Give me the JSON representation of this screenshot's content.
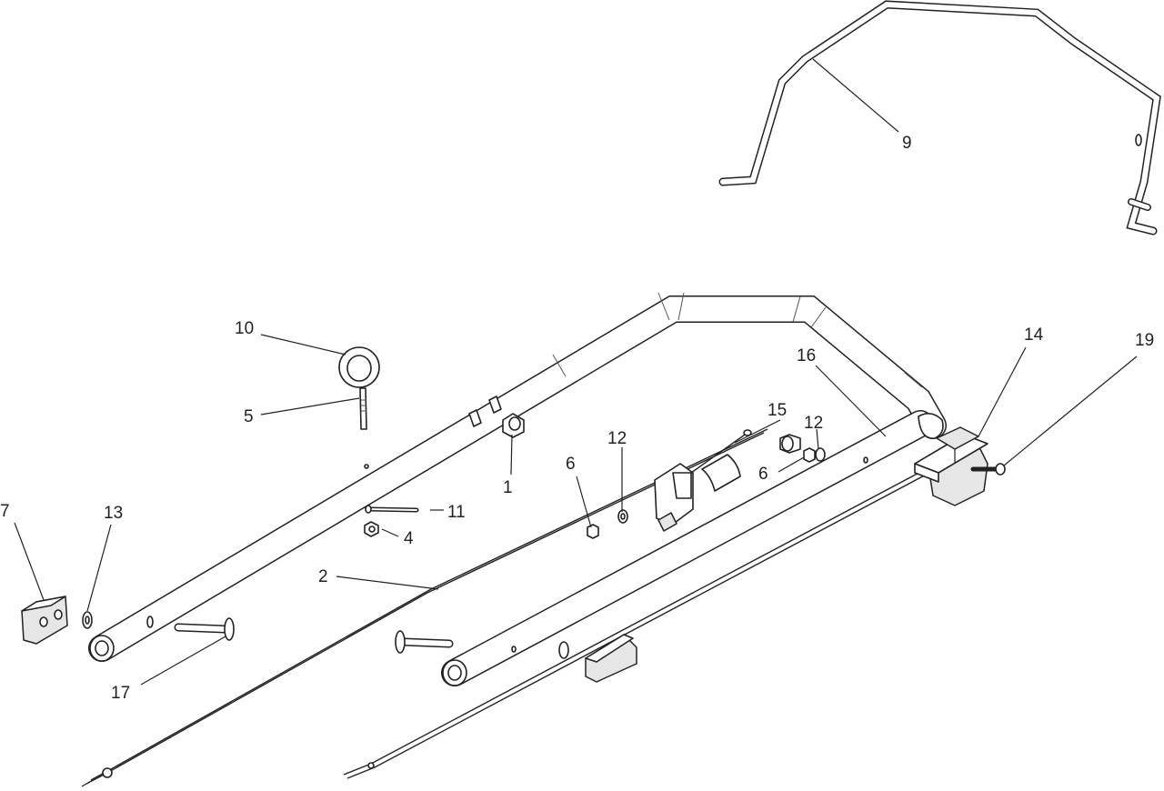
{
  "callouts": {
    "c1": "1",
    "c2": "2",
    "c4": "4",
    "c5": "5",
    "c6a": "6",
    "c6b": "6",
    "c7": "7",
    "c9": "9",
    "c10": "10",
    "c11": "11",
    "c12a": "12",
    "c12b": "12",
    "c13": "13",
    "c14": "14",
    "c15": "15",
    "c16": "16",
    "c17": "17",
    "c19": "19"
  },
  "colors": {
    "line": "#222222",
    "background": "#ffffff",
    "part_shade": "#e6e6e6"
  }
}
